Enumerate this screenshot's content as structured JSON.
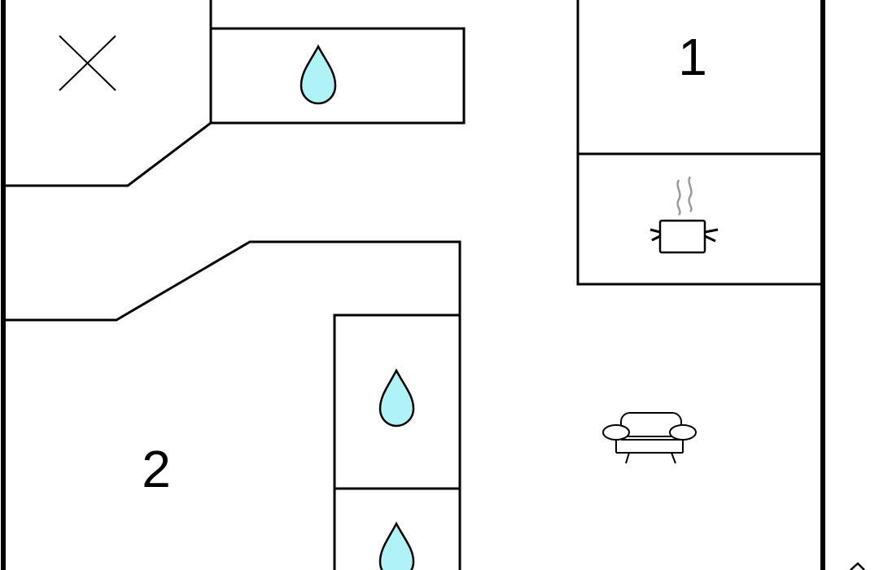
{
  "floorplan": {
    "rooms": [
      {
        "id": "bedroom-1",
        "label": "1"
      },
      {
        "id": "bedroom-2",
        "label": "2"
      }
    ],
    "fixtures": [
      {
        "type": "water-drop-icon",
        "room": "bathroom-top"
      },
      {
        "type": "water-drop-icon",
        "room": "bathroom-middle"
      },
      {
        "type": "water-drop-icon",
        "room": "bathroom-bottom"
      },
      {
        "type": "cooking-pot-icon",
        "room": "kitchen"
      },
      {
        "type": "sofa-icon",
        "room": "living-room"
      },
      {
        "type": "cross-icon",
        "room": "void-area"
      }
    ]
  },
  "colors": {
    "wall": "#000000",
    "water": "#aef4f6",
    "steam": "#999999",
    "background": "#ffffff"
  }
}
